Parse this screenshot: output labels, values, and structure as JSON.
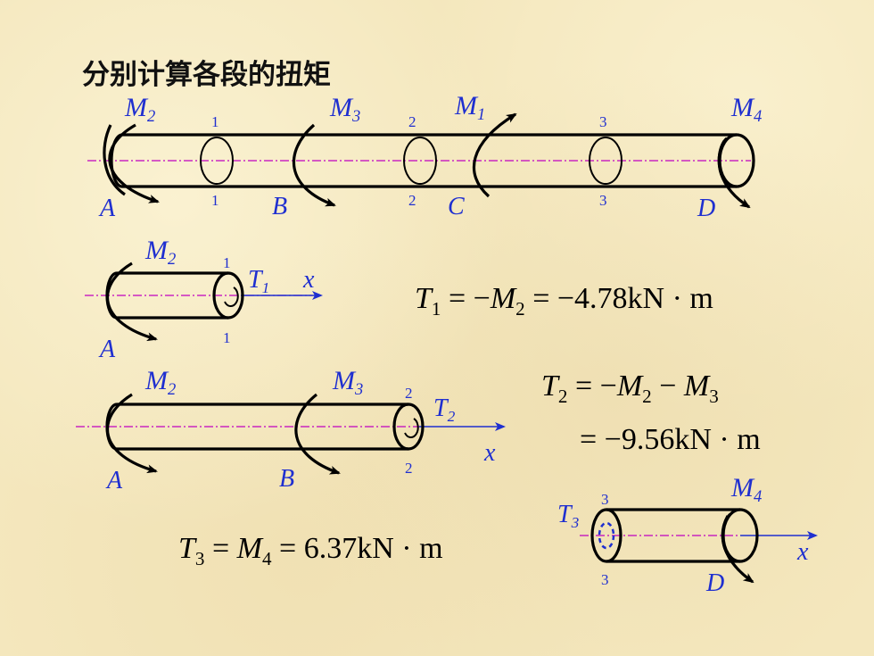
{
  "title": "分别计算各段的扭矩",
  "shaft": {
    "moments": [
      "M",
      "M",
      "M",
      "M"
    ],
    "moment_subs": [
      "2",
      "3",
      "1",
      "4"
    ],
    "points": [
      "A",
      "B",
      "C",
      "D"
    ],
    "sections": [
      "1",
      "2",
      "3"
    ]
  },
  "fbd1": {
    "M": "M",
    "M_sub": "2",
    "T": "T",
    "T_sub": "1",
    "x": "x",
    "A": "A",
    "sec": "1"
  },
  "fbd2": {
    "M2": "M",
    "M2_sub": "2",
    "M3": "M",
    "M3_sub": "3",
    "T": "T",
    "T_sub": "2",
    "x": "x",
    "A": "A",
    "B": "B",
    "sec": "2"
  },
  "fbd3": {
    "M": "M",
    "M_sub": "4",
    "T": "T",
    "T_sub": "3",
    "x": "x",
    "D": "D",
    "sec": "3"
  },
  "equations": {
    "eq1": {
      "T": "T",
      "Ts": "1",
      "eq": " = −",
      "M": "M",
      "Ms": "2",
      "val": " = −4.78kN · m"
    },
    "eq2a": {
      "T": "T",
      "Ts": "2",
      "eq": " = −",
      "M1": "M",
      "M1s": "2",
      "minus": " − ",
      "M2": "M",
      "M2s": "3"
    },
    "eq2b": {
      "val": "= −9.56kN · m"
    },
    "eq3": {
      "T": "T",
      "Ts": "3",
      "eq": " = ",
      "M": "M",
      "Ms": "4",
      "val": " = 6.37kN · m"
    }
  },
  "colors": {
    "label": "#1f2fd0",
    "axis": "#c000c0",
    "line": "#000000"
  }
}
